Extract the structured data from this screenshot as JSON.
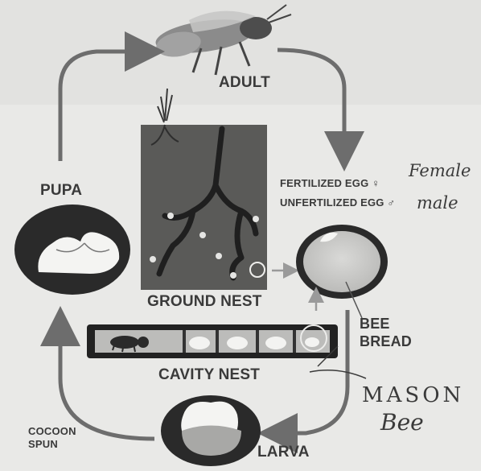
{
  "diagram": {
    "stages": {
      "adult": "ADULT",
      "pupa": "PUPA",
      "larva": "LARVA",
      "ground_nest": "GROUND NEST",
      "cavity_nest": "CAVITY NEST",
      "bee_bread_line1": "BEE",
      "bee_bread_line2": "BREAD",
      "cocoon_line1": "COCOON",
      "cocoon_line2": "SPUN"
    },
    "egg_types": {
      "fertilized": "FERTILIZED EGG ♀",
      "unfertilized": "UNFERTILIZED EGG ♂"
    },
    "handwritten": {
      "female": "Female",
      "male": "male",
      "mason_line1": "MASON",
      "mason_line2": "Bee"
    }
  }
}
